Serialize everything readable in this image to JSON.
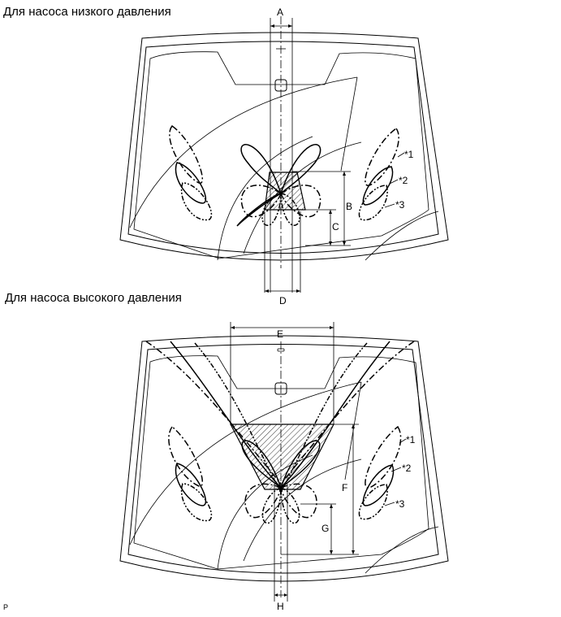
{
  "headings": {
    "low_pressure": "Для насоса низкого давления",
    "high_pressure": "Для насоса высокого давления"
  },
  "dimensions": {
    "a": "A",
    "b": "B",
    "c": "C",
    "d": "D",
    "e": "E",
    "f": "F",
    "g": "G",
    "h": "H"
  },
  "callouts": {
    "pattern_1": "*1",
    "pattern_2": "*2",
    "pattern_3": "*3"
  },
  "corner_mark": "P"
}
